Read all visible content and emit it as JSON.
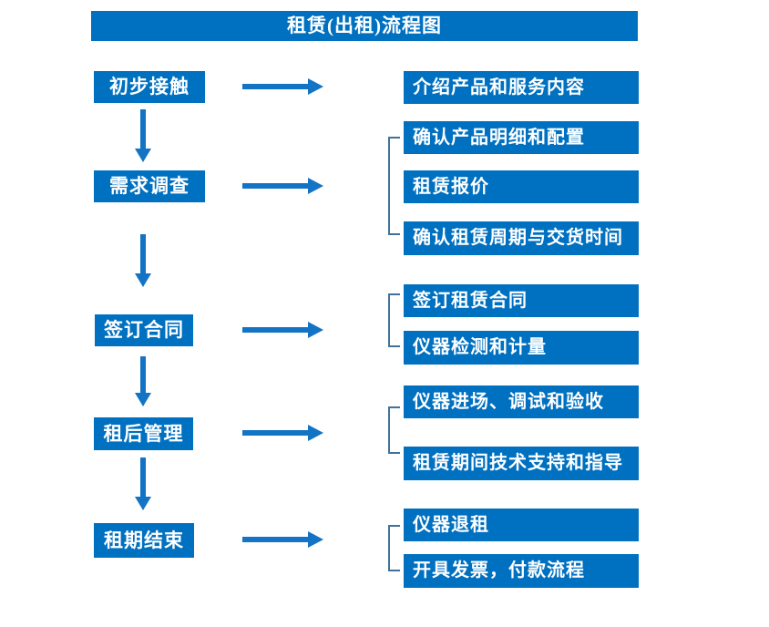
{
  "title": "租赁(出租)流程图",
  "colors": {
    "box_blue": "#0070C0",
    "arrow_blue": "#1374C5",
    "bracket_blue": "#41719C",
    "text_white": "#FFFFFF"
  },
  "stages": [
    {
      "label": "初步接触",
      "substeps": [
        {
          "label": "介绍产品和服务内容"
        }
      ]
    },
    {
      "label": "需求调查",
      "substeps": [
        {
          "label": "确认产品明细和配置"
        },
        {
          "label": "租赁报价"
        },
        {
          "label": "确认租赁周期与交货时间"
        }
      ]
    },
    {
      "label": "签订合同",
      "substeps": [
        {
          "label": "签订租赁合同"
        },
        {
          "label": "仪器检测和计量"
        }
      ]
    },
    {
      "label": "租后管理",
      "substeps": [
        {
          "label": "仪器进场、调试和验收"
        },
        {
          "label": "租赁期间技术支持和指导"
        }
      ]
    },
    {
      "label": "租期结束",
      "substeps": [
        {
          "label": "仪器退租"
        },
        {
          "label": "开具发票，付款流程"
        }
      ]
    }
  ]
}
